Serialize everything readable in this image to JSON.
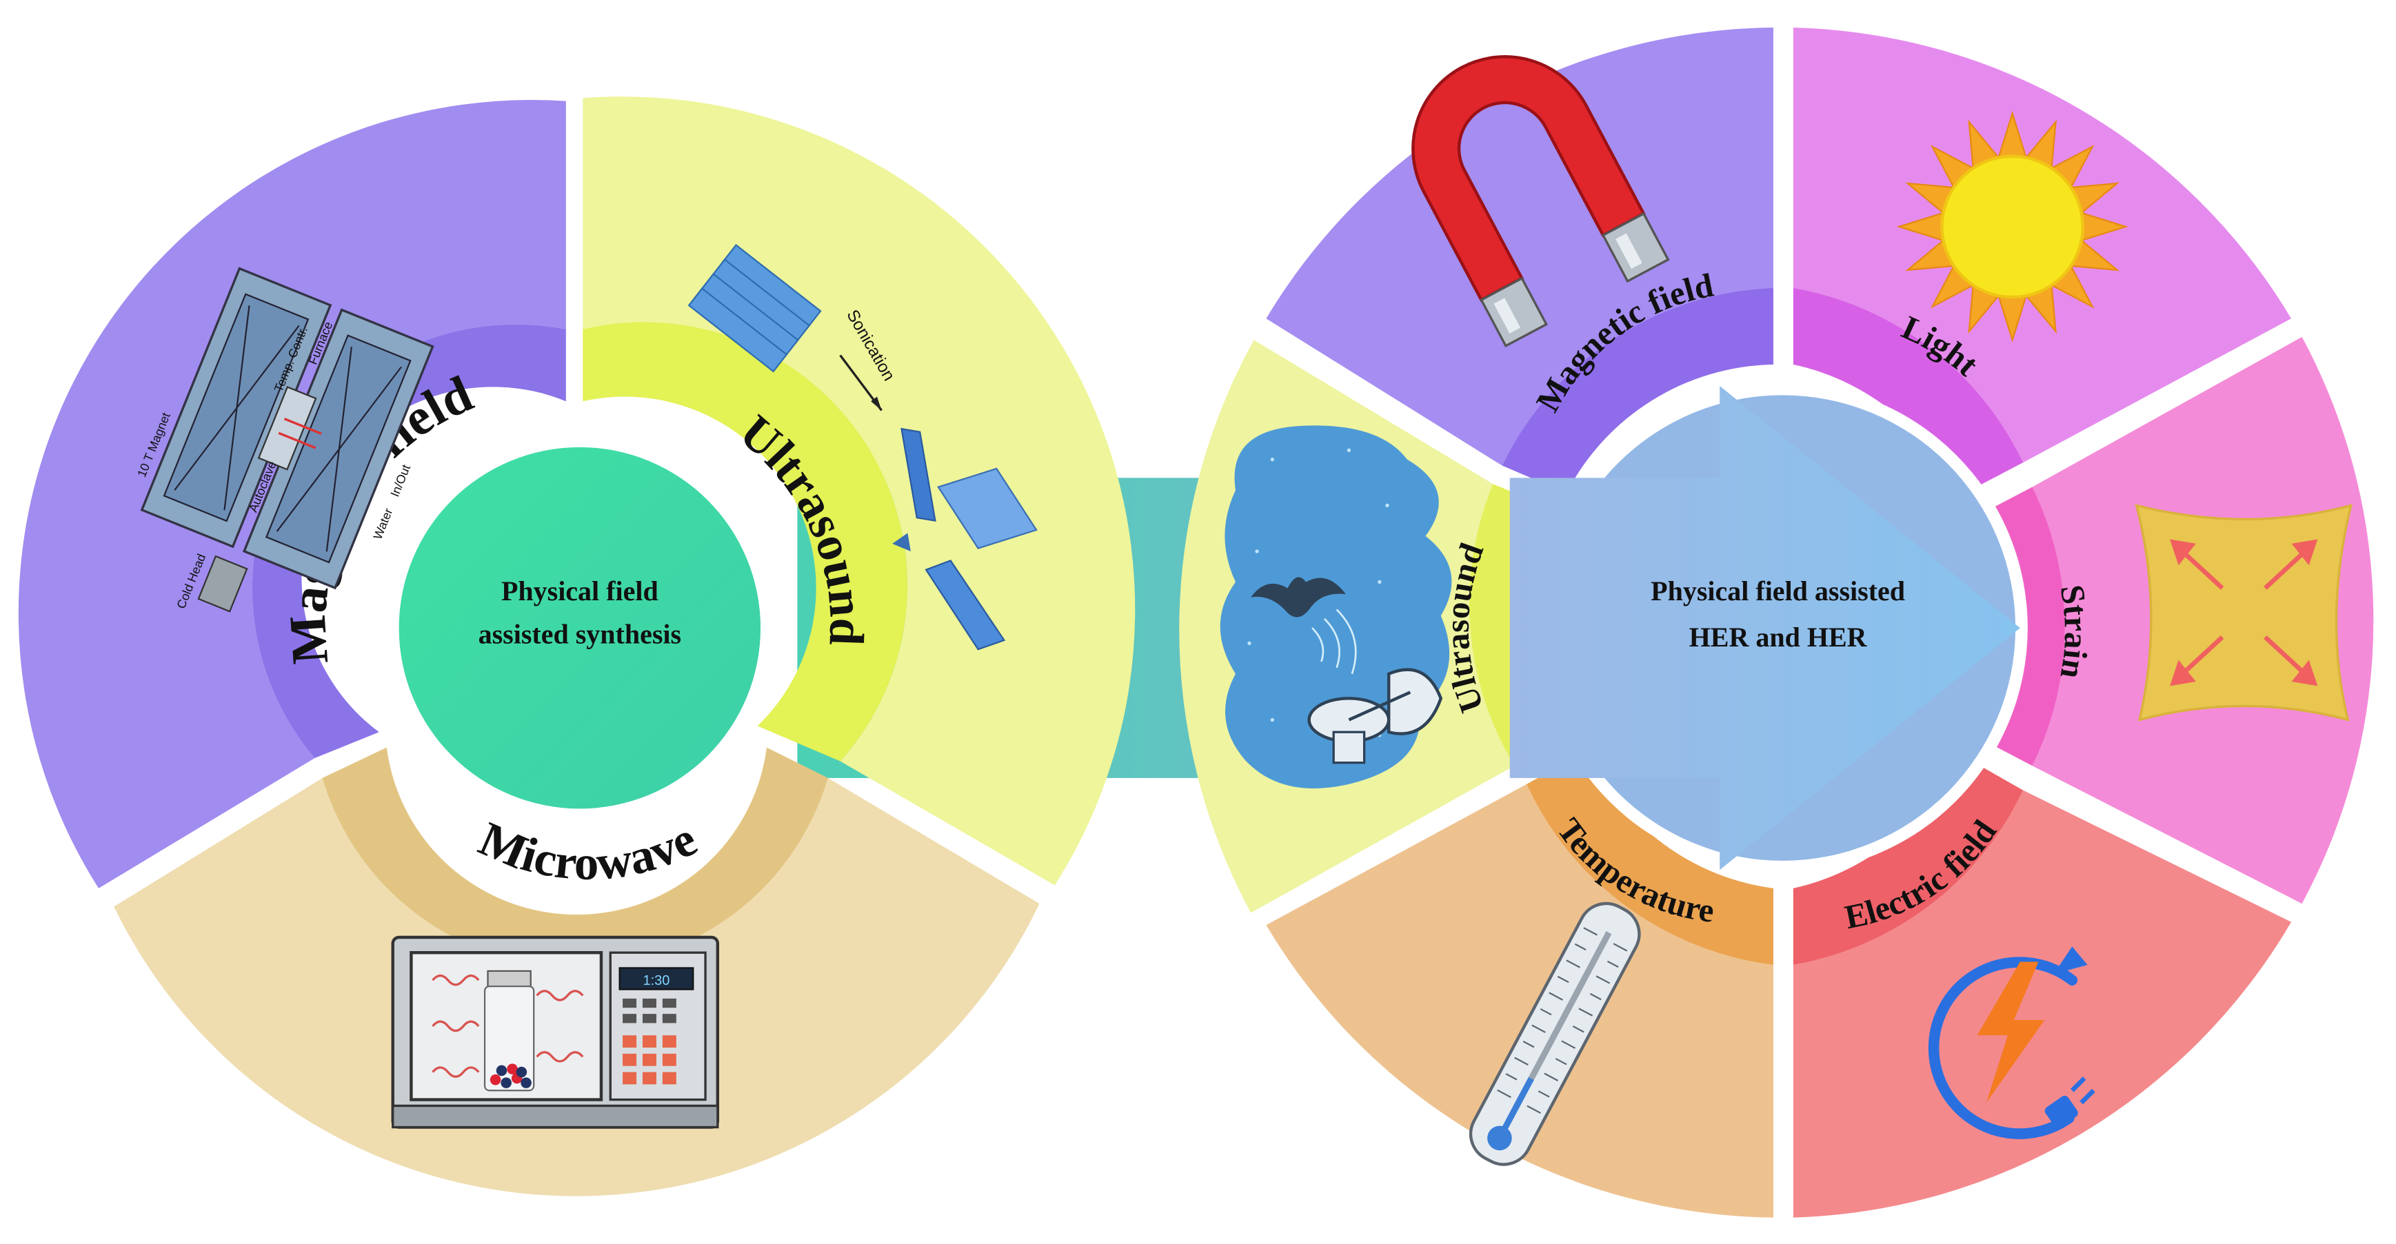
{
  "left_wheel": {
    "center_label_line1": "Physical field",
    "center_label_line2": "assisted synthesis",
    "segments": [
      {
        "label": "Magnetic field",
        "color_outer": "#A18CF0",
        "color_inner": "#8B73E8",
        "icon": "magnet-furnace-apparatus-icon"
      },
      {
        "label": "Ultrasound",
        "color_outer": "#EEF59A",
        "color_inner": "#E3F254",
        "icon": "sonication-exfoliation-icon"
      },
      {
        "label": "Microwave",
        "color_outer": "#EFDDB0",
        "color_inner": "#E3C583",
        "icon": "microwave-oven-icon"
      }
    ],
    "apparatus_labels": {
      "magnet": "10 T Magnet",
      "temp": "Temp. Contr.",
      "furnace": "Furnace",
      "cold_head": "Cold Head",
      "autoclave": "Autoclave",
      "water": "Water",
      "inout": "In/Out"
    },
    "sonication_label": "Sonication",
    "microwave_display": "1:30"
  },
  "right_wheel": {
    "center_label_line1": "Physical field assisted",
    "center_label_line2": "HER and HER",
    "segments": [
      {
        "label": "Magnetic field",
        "color_outer": "#A58DF2",
        "color_inner": "#8F6CEA",
        "icon": "horseshoe-magnet-icon"
      },
      {
        "label": "Light",
        "color_outer": "#E68BEE",
        "color_inner": "#D761E6",
        "icon": "sun-icon"
      },
      {
        "label": "Strain",
        "color_outer": "#F48BD8",
        "color_inner": "#F060C4",
        "icon": "strain-arrows-icon"
      },
      {
        "label": "Electric field",
        "color_outer": "#F4898C",
        "color_inner": "#EE6168",
        "icon": "lightning-plug-icon"
      },
      {
        "label": "Temperature",
        "color_outer": "#EEC28F",
        "color_inner": "#EBA34F",
        "icon": "thermometer-icon"
      },
      {
        "label": "Ultrasound",
        "color_outer": "#EEF4A0",
        "color_inner": "#E4F05A",
        "icon": "bat-radar-icon"
      }
    ]
  },
  "connector_color": "#54C9B8",
  "arrow_color": "#8FBDEB"
}
